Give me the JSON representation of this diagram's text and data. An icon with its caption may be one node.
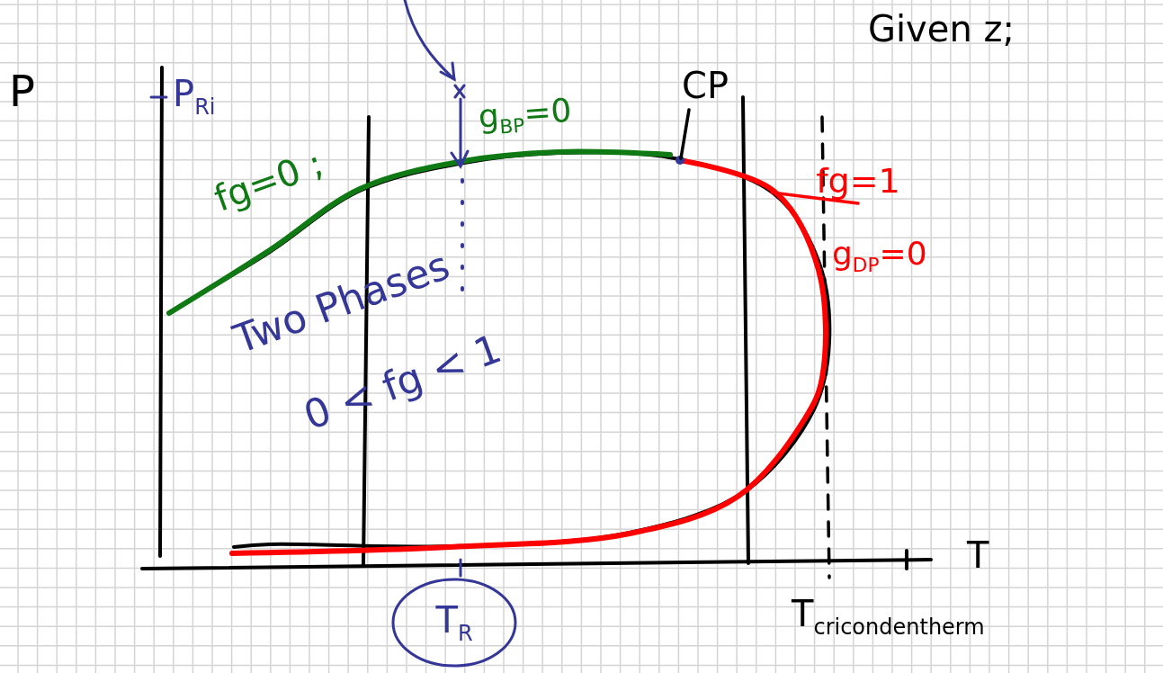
{
  "diagram": {
    "nodes": [
      {
        "text": [
          "T$_{R}$"
        ]
      },
      {
        "text": [
          "CP"
        ]
      },
      {
        "text": [
          "fg=1"
        ]
      }
    ],
    "edges": [
      {
        "from": 1,
        "to": null,
        "arrow": "none"
      },
      {
        "from": 2,
        "to": null,
        "arrow": "none",
        "color": "#ff0000"
      }
    ],
    "labels": [
      "P",
      "P$_{Ri}$",
      "Given z;",
      "g$_{BP}$=0",
      "fg=0 ;",
      "g$_{DP}$=0",
      "Two Phases",
      "0 < fg < 1",
      "T",
      "T$_{cricondentherm}$"
    ]
  }
}
